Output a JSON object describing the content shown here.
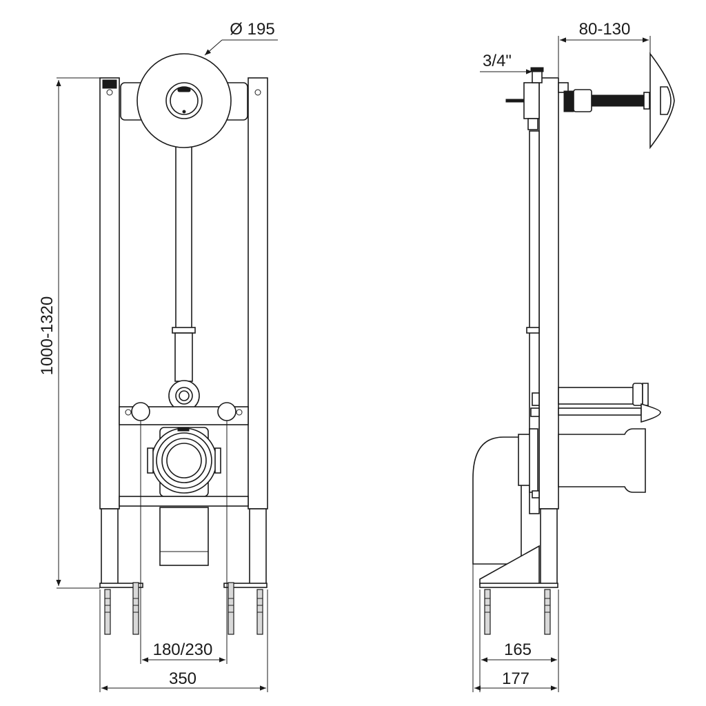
{
  "dimensions": {
    "diameter": "Ø 195",
    "height": "1000-1320",
    "bolt_spacing": "180/230",
    "frame_width": "350",
    "plate_depth": "80-130",
    "pipe_size": "3/4\"",
    "depth_inner": "165",
    "depth_outer": "177"
  },
  "colors": {
    "line": "#1a1a1a",
    "background": "#ffffff"
  }
}
